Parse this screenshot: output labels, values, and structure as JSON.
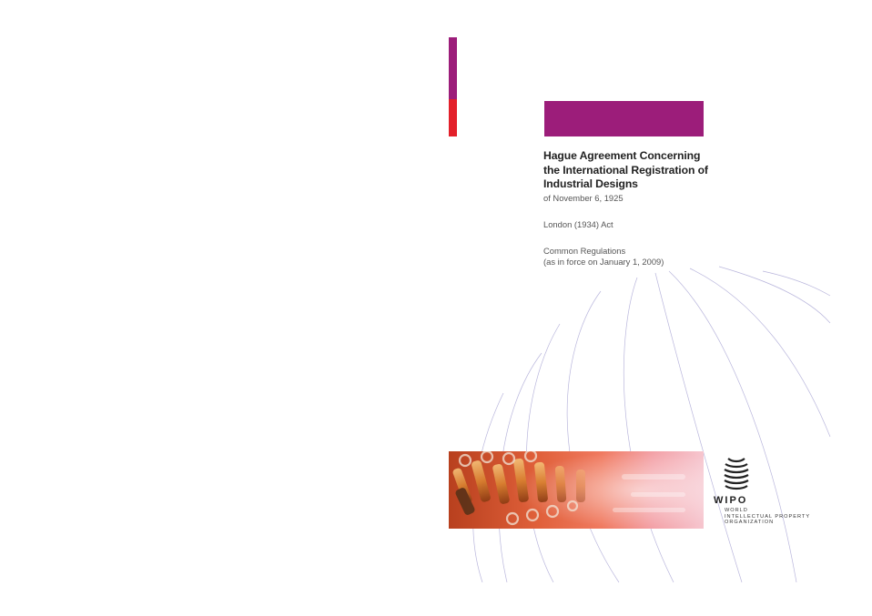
{
  "colors": {
    "purple": "#9c1d7a",
    "red": "#e3202a",
    "globe_line": "#b9b6dc"
  },
  "cover": {
    "title_lines": [
      "Hague Agreement Concerning",
      "the International Registration of",
      "Industrial Designs"
    ],
    "date": "of November 6, 1925",
    "act": "London (1934) Act",
    "regulations": "Common Regulations",
    "in_force": "(as in force on January 1, 2009)"
  },
  "logo": {
    "icon": "wipo-globe-icon",
    "acronym": "WIPO",
    "org_lines": [
      "World",
      "Intellectual Property",
      "Organization"
    ]
  },
  "photo": {
    "subject": "electronic-components-photo"
  }
}
